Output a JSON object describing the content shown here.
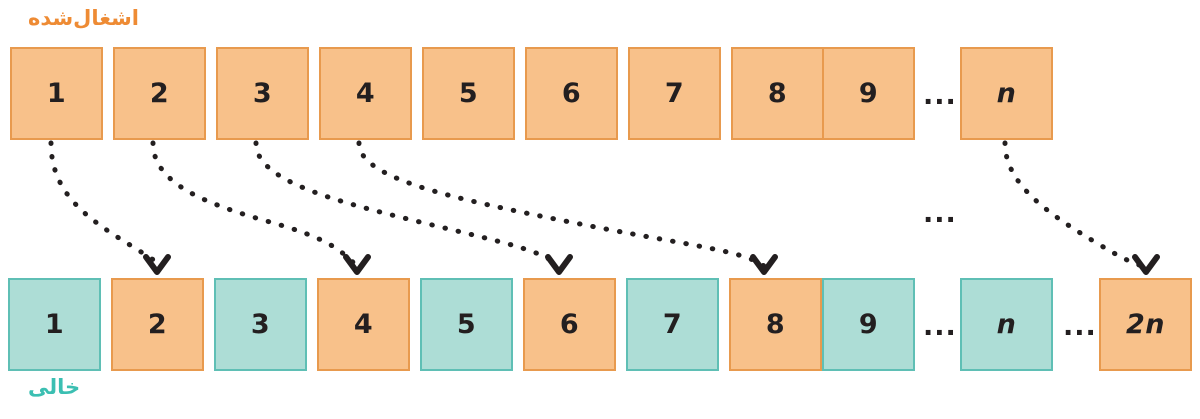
{
  "diagram": {
    "title_occupied": "اشغال‌شده",
    "title_empty": "خالی",
    "colors": {
      "occupied_fill": "#F8C18A",
      "occupied_border": "#E89A4E",
      "occupied_label": "#EE8B34",
      "empty_fill": "#ADDDD6",
      "empty_border": "#5FBFB5",
      "empty_label": "#3BBFB2",
      "text": "#231f20",
      "arrow": "#231f20",
      "background": "#ffffff"
    },
    "ellipsis_glyph": "...",
    "top_row": {
      "name": "occupied-array",
      "cells": [
        {
          "label": "1",
          "state": "occupied",
          "italic": false
        },
        {
          "label": "2",
          "state": "occupied",
          "italic": false
        },
        {
          "label": "3",
          "state": "occupied",
          "italic": false
        },
        {
          "label": "4",
          "state": "occupied",
          "italic": false
        },
        {
          "label": "5",
          "state": "occupied",
          "italic": false
        },
        {
          "label": "6",
          "state": "occupied",
          "italic": false
        },
        {
          "label": "7",
          "state": "occupied",
          "italic": false
        },
        {
          "label": "8",
          "state": "occupied",
          "italic": false
        },
        {
          "label": "9",
          "state": "occupied",
          "italic": false
        },
        {
          "label": "n",
          "state": "occupied",
          "italic": true
        }
      ],
      "ellipses": [
        "..."
      ]
    },
    "bottom_row": {
      "name": "expanded-array",
      "cells": [
        {
          "label": "1",
          "state": "empty",
          "italic": false
        },
        {
          "label": "2",
          "state": "occupied",
          "italic": false
        },
        {
          "label": "3",
          "state": "empty",
          "italic": false
        },
        {
          "label": "4",
          "state": "occupied",
          "italic": false
        },
        {
          "label": "5",
          "state": "empty",
          "italic": false
        },
        {
          "label": "6",
          "state": "occupied",
          "italic": false
        },
        {
          "label": "7",
          "state": "empty",
          "italic": false
        },
        {
          "label": "8",
          "state": "occupied",
          "italic": false
        },
        {
          "label": "9",
          "state": "empty",
          "italic": false
        },
        {
          "label": "n",
          "state": "empty",
          "italic": true
        },
        {
          "label": "2n",
          "state": "occupied",
          "italic": true
        }
      ],
      "ellipses": [
        "...",
        "..."
      ]
    },
    "middle_ellipsis": "...",
    "arrows": [
      {
        "from_cell": "1",
        "to_cell": "2"
      },
      {
        "from_cell": "2",
        "to_cell": "4"
      },
      {
        "from_cell": "3",
        "to_cell": "6"
      },
      {
        "from_cell": "4",
        "to_cell": "8"
      },
      {
        "from_cell": "n",
        "to_cell": "2n"
      }
    ]
  }
}
